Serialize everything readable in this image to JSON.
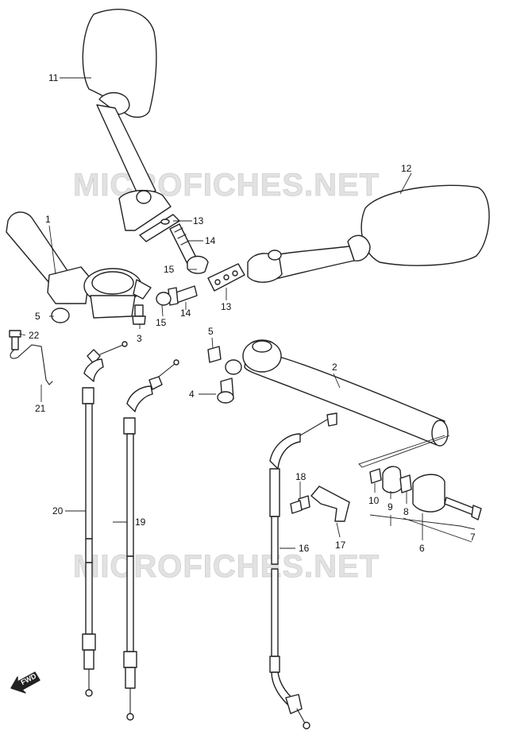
{
  "watermarks": [
    "MICROFICHES.NET",
    "MICROFICHES.NET"
  ],
  "direction_label": "FWD",
  "callouts": {
    "p1": "1",
    "p2": "2",
    "p3": "3",
    "p4": "4",
    "p5a": "5",
    "p5b": "5",
    "p6": "6",
    "p7": "7",
    "p8": "8",
    "p9": "9",
    "p10": "10",
    "p11": "11",
    "p12": "12",
    "p13a": "13",
    "p13b": "13",
    "p14a": "14",
    "p14b": "14",
    "p15a": "15",
    "p15b": "15",
    "p16": "16",
    "p17": "17",
    "p18": "18",
    "p19": "19",
    "p20": "20",
    "p21": "21",
    "p22": "22"
  }
}
